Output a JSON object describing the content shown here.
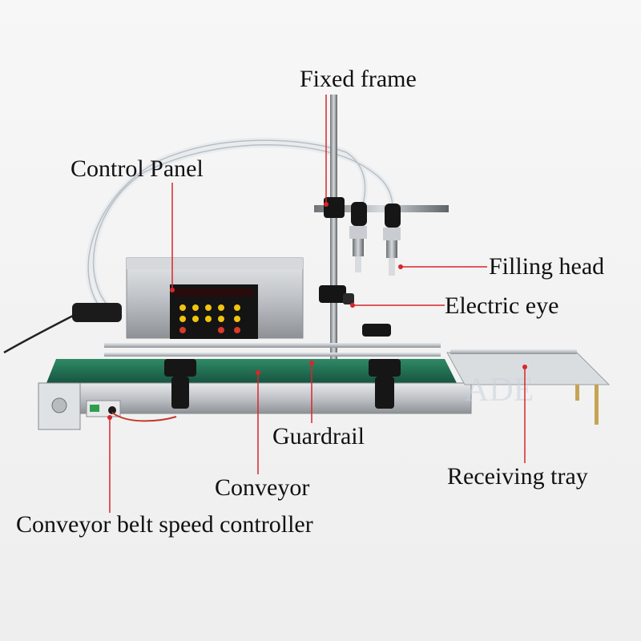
{
  "labels": {
    "fixed_frame": "Fixed frame",
    "control_panel": "Control Panel",
    "filling_head": "Filling head",
    "electric_eye": "Electric eye",
    "guardrail": "Guardrail",
    "receiving_tray": "Receiving tray",
    "conveyor": "Conveyor",
    "speed_controller": "Conveyor belt speed controller"
  },
  "watermark": "ADE",
  "colors": {
    "leader_line": "#d8262b",
    "belt": "#1f6b4f",
    "metal": "#c9ccd0",
    "panel_face": "#1a1a1a"
  }
}
